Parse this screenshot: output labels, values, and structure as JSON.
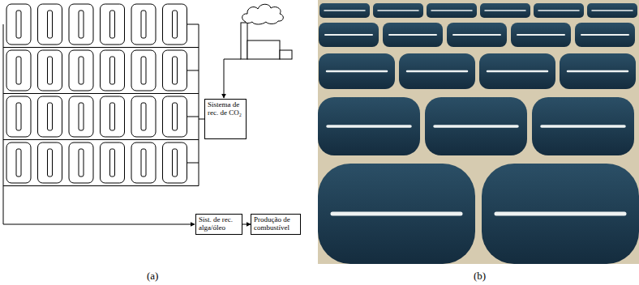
{
  "diagram": {
    "nodes": [
      {
        "text": [
          "Sistema de rec. de CO₂"
        ]
      },
      {
        "text": [
          "Sist. de rec. alga/óleo"
        ]
      },
      {
        "text": [
          "Produção de combustível"
        ]
      }
    ],
    "edges": [
      {
        "from": 1,
        "to": 2,
        "arrow": "to"
      }
    ],
    "labels": [
      "(a)",
      "(b)"
    ]
  }
}
